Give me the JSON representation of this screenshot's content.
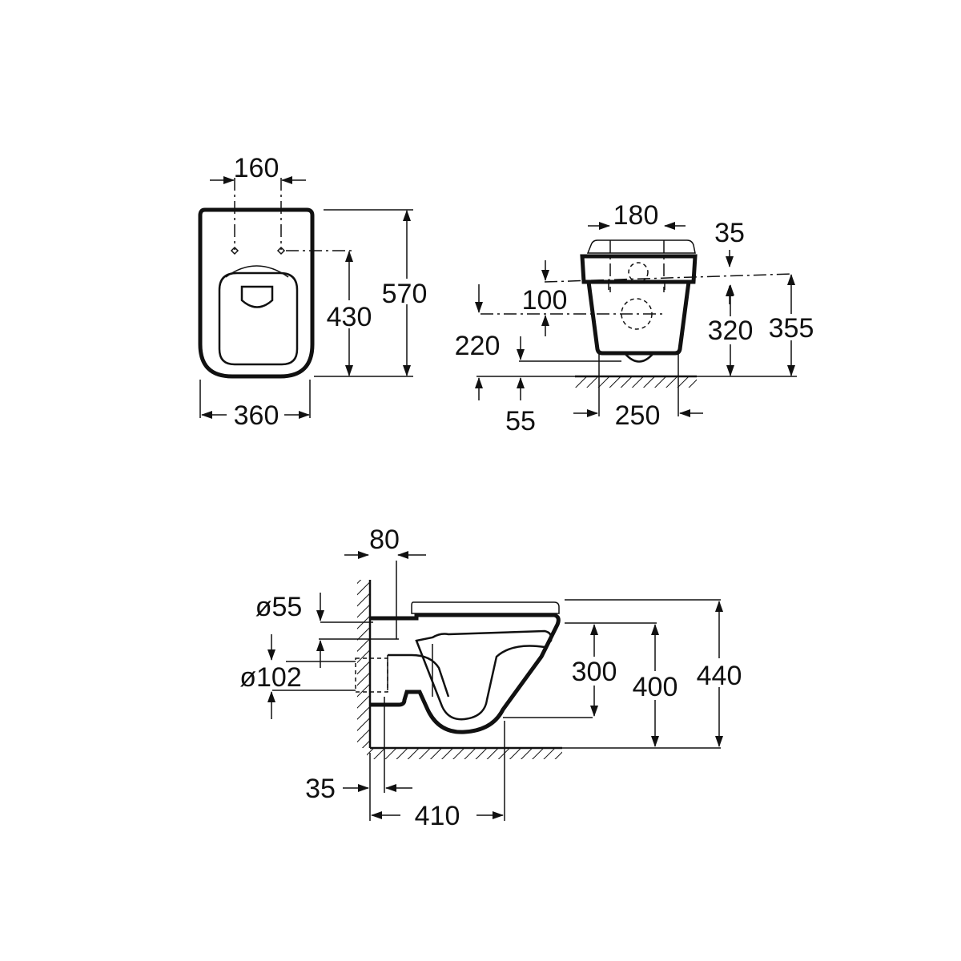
{
  "top_view": {
    "hole_spacing": "160",
    "width": "360",
    "fixing_height": "430",
    "length": "570"
  },
  "front_view": {
    "fixing_spacing": "180",
    "bolt_offset": "35",
    "bolt_to_outlet": "100",
    "outlet_height": "220",
    "floor_offset": "55",
    "base_width": "250",
    "bolt_height": "320",
    "total_height": "355"
  },
  "side_view": {
    "wall_gap": "80",
    "inlet_diameter": "ø55",
    "outlet_diameter": "ø102",
    "pan_height": "300",
    "rim_height": "400",
    "seat_height": "440",
    "wall_thickness": "35",
    "projection": "410"
  }
}
